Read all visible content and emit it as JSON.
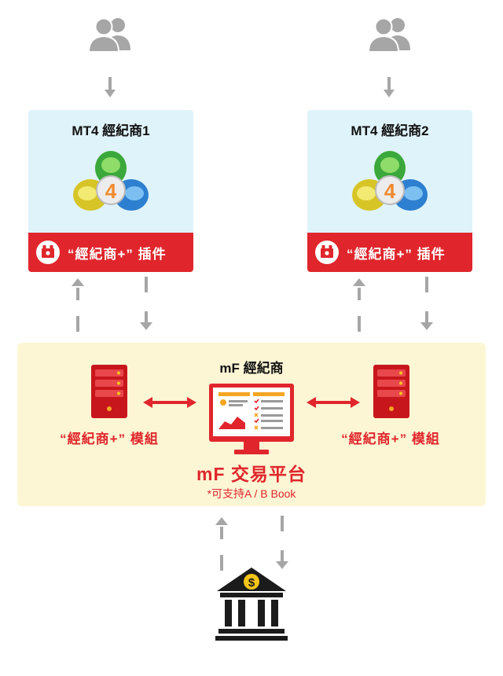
{
  "brokers": [
    {
      "title": "MT4 經紀商1",
      "plugin_label": "“經紀商+” 插件"
    },
    {
      "title": "MT4 經紀商2",
      "plugin_label": "“經紀商+” 插件"
    }
  ],
  "mf_broker": {
    "title": "mF 經紀商",
    "module_left_label": "“經紀商+” 模組",
    "module_right_label": "“經紀商+” 模組",
    "platform_title": "mF 交易平台",
    "platform_note": "*可支持A / B Book"
  },
  "icons": [
    "users-icon",
    "mt4-logo-icon",
    "plugin-icon",
    "server-icon",
    "platform-monitor-icon",
    "bank-icon"
  ],
  "colors": {
    "accent_red": "#e0262c",
    "card_bg": "#dff3fa",
    "panel_bg": "#fdf6d5",
    "arrow_gray": "#a6a6a6"
  }
}
